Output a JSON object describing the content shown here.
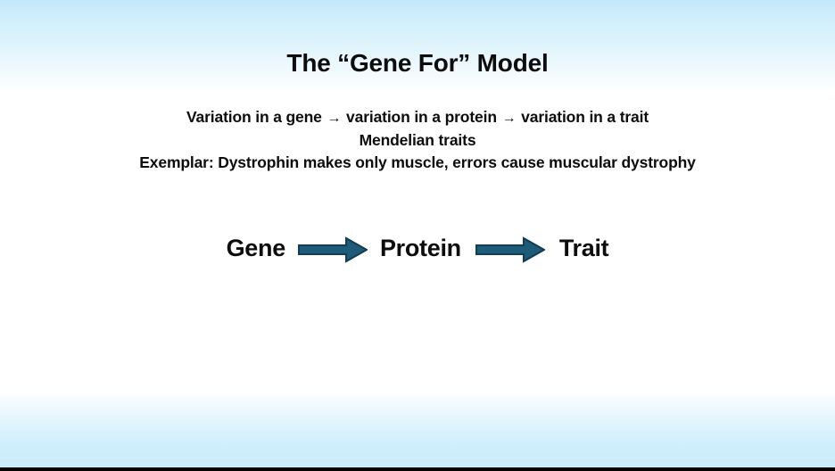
{
  "slide": {
    "title": "The “Gene For” Model",
    "body_lines": [
      {
        "segments": [
          "Variation in a gene",
          "→",
          "variation in a protein",
          "→",
          "variation in a trait"
        ],
        "text": "Variation in a gene → variation in a protein → variation in a trait"
      },
      {
        "text": "Mendelian traits"
      },
      {
        "text": "Exemplar: Dystrophin makes only muscle, errors cause muscular dystrophy"
      }
    ],
    "flow": {
      "nodes": [
        {
          "label": "Gene"
        },
        {
          "label": "Protein"
        },
        {
          "label": "Trait"
        }
      ],
      "arrows": [
        {
          "name": "arrow-gene-to-protein"
        },
        {
          "name": "arrow-protein-to-trait"
        }
      ]
    }
  },
  "colors": {
    "text": "#0d0d0d",
    "arrow_fill": "#1d5b79",
    "arrow_stroke": "#133d52",
    "background": "#ffffff",
    "gradient_blue": "#cbecfa",
    "bottom_bar": "#000000"
  }
}
